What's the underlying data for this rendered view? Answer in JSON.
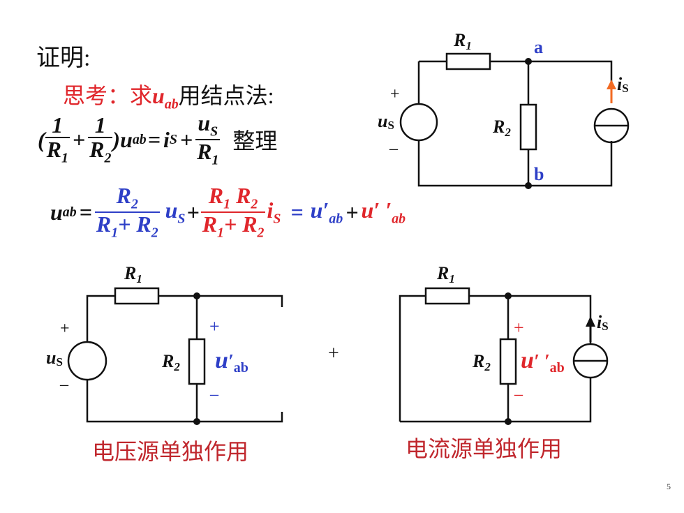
{
  "colors": {
    "black": "#111111",
    "red": "#e0262b",
    "blue": "#2e3fc7",
    "dark_red": "#c0272d",
    "arrow_orange": "#f26a22"
  },
  "slide": {
    "proof_label": "证明:",
    "think_prefix": "思考：求",
    "think_var": "u",
    "think_sub": "ab",
    "think_suffix": "用结点法:",
    "eq1": {
      "one": "1",
      "R": "R",
      "sub1": "1",
      "sub2": "2",
      "plus": "+",
      "paren_open": "(",
      "paren_close": ")",
      "u": "u",
      "ab": "ab",
      "equals": "=",
      "i": "i",
      "S": "S",
      "tidy": "整理"
    },
    "eq2": {
      "lhs_u": "u",
      "lhs_ab": "ab",
      "equals": "=",
      "R": "R",
      "one": "1",
      "two": "2",
      "plus": "+",
      "u": "u",
      "S": "S",
      "i": "i",
      "prime1": "′",
      "prime2": "′ ′",
      "ab": "ab"
    },
    "circuit_top": {
      "R1": "R",
      "R1_sub": "1",
      "R2": "R",
      "R2_sub": "2",
      "node_a": "a",
      "node_b": "b",
      "plus": "+",
      "minus": "–",
      "us": "u",
      "us_sub": "S",
      "is": "i",
      "is_sub": "S"
    },
    "circuit_left": {
      "R1": "R",
      "R1_sub": "1",
      "R2": "R",
      "R2_sub": "2",
      "plus": "+",
      "minus": "–",
      "us": "u",
      "us_sub": "S",
      "out_plus": "+",
      "out_minus": "–",
      "out_u": "u",
      "out_prime": "′",
      "out_sub": "ab",
      "caption": "电压源单独作用"
    },
    "between_plus": "+",
    "circuit_right": {
      "R1": "R",
      "R1_sub": "1",
      "R2": "R",
      "R2_sub": "2",
      "out_plus": "+",
      "out_minus": "–",
      "out_u": "u",
      "out_prime": "′ ′",
      "out_sub": "ab",
      "is": "i",
      "is_sub": "S",
      "caption": "电流源单独作用"
    },
    "page_number": "5"
  }
}
